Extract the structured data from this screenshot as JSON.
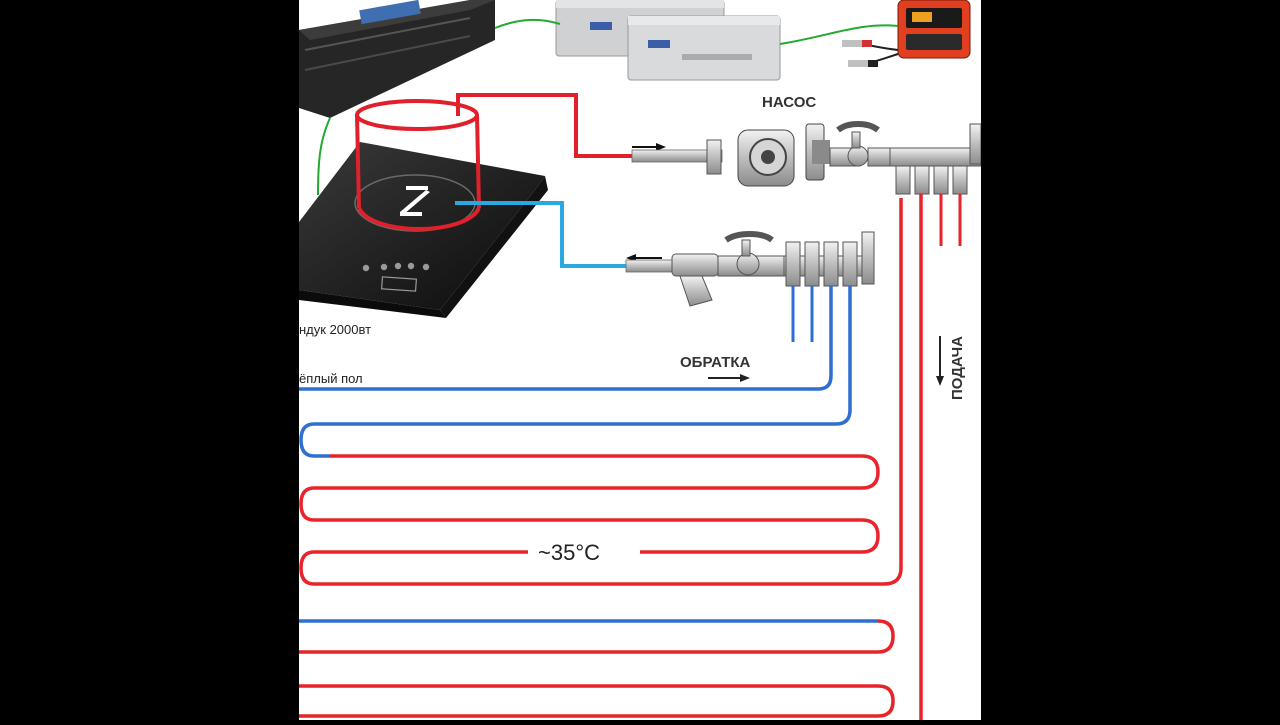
{
  "labels": {
    "pump": "НАСОС",
    "return": "ОБРАТКА",
    "supply": "ПОДАЧА",
    "temperature": "~35°C",
    "cooker_caption": "ндук 2000вт",
    "floor_caption": "ёплый пол"
  },
  "colors": {
    "letterbox": "#000000",
    "canvas": "#ffffff",
    "supply_pipe": "#e8232a",
    "return_pipe": "#2f6fd0",
    "cooker_pipe_out": "#e0202a",
    "cooker_pipe_in": "#2aa8e0",
    "wire": "#22aa33",
    "battery": "#cfd1d3",
    "inverter": "#2a2a2a",
    "charger": "#e04020"
  }
}
